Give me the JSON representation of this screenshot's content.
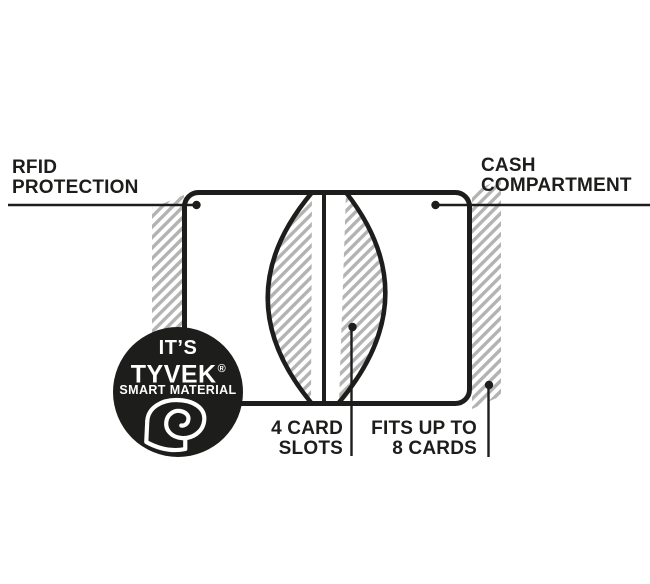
{
  "callouts": {
    "rfid": {
      "line1": "RFID",
      "line2": "PROTECTION"
    },
    "cash": {
      "line1": "CASH",
      "line2": "COMPARTMENT"
    },
    "slots": {
      "line1": "4 CARD",
      "line2": "SLOTS"
    },
    "capacity": {
      "line1": "FITS UP TO",
      "line2": "8 CARDS"
    }
  },
  "badge": {
    "intro": "IT’S",
    "brand": "TYVEK",
    "reg": "®",
    "tagline": "SMART MATERIAL",
    "icon": "tyvek-roll-icon"
  },
  "colors": {
    "ink": "#1d1d1b",
    "hatch_gray": "#b3b3b3",
    "background": "#ffffff",
    "badge_background": "#1d1d1b",
    "badge_text": "#ffffff"
  }
}
